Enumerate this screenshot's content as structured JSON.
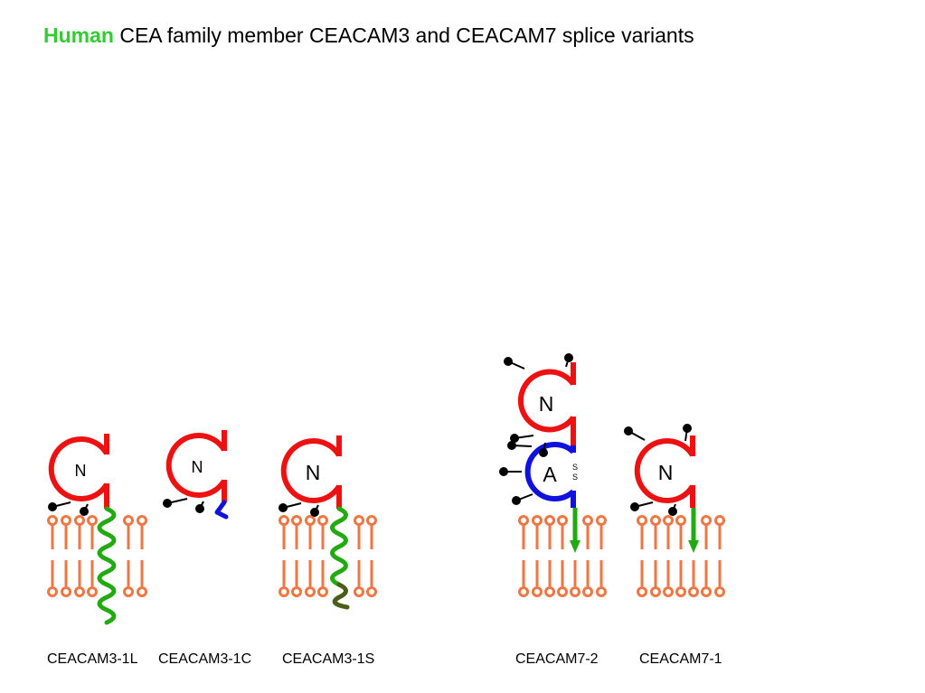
{
  "title": {
    "highlight": "Human",
    "rest": "CEA family member CEACAM3 and CEACAM7 splice variants"
  },
  "domain_labels": {
    "n": "N",
    "a": "A",
    "s": "S"
  },
  "variants": [
    {
      "name": "CEACAM3-1L"
    },
    {
      "name": "CEACAM3-1C"
    },
    {
      "name": "CEACAM3-1S"
    },
    {
      "name": "CEACAM7-2"
    },
    {
      "name": "CEACAM7-1"
    }
  ],
  "colors": {
    "highlight": "#33cc33",
    "n_domain": "#ee1111",
    "a_domain": "#1111dd",
    "transmembrane": "#22aa11",
    "gpi_anchor": "#22aa11",
    "cytoplasmic_tail": "#4a5e1a",
    "short_tail": "#1111dd",
    "lipid": "#ee7744",
    "glycan": "#000000"
  }
}
